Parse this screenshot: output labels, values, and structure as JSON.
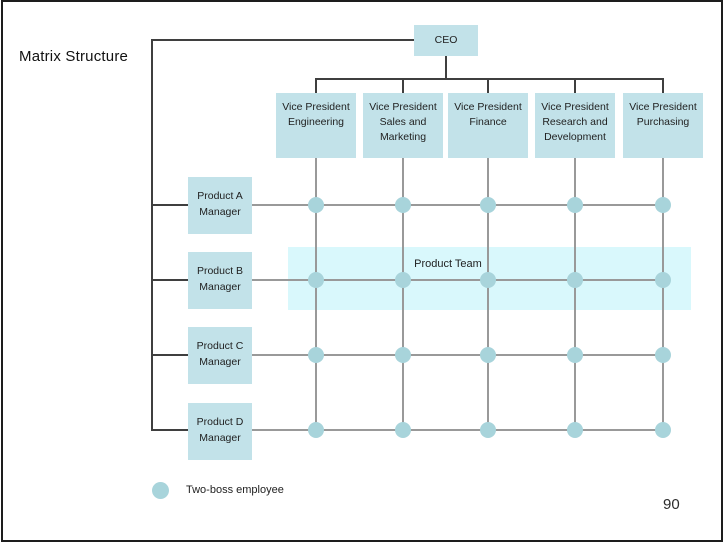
{
  "slide": {
    "title": "Matrix Structure",
    "page_number": "90"
  },
  "org": {
    "ceo_label": "CEO",
    "vps": [
      {
        "label": "Vice President\nEngineering"
      },
      {
        "label": "Vice President\nSales and\nMarketing"
      },
      {
        "label": "Vice President\nFinance"
      },
      {
        "label": "Vice President\nResearch and\nDevelopment"
      },
      {
        "label": "Vice President\nPurchasing"
      }
    ],
    "products": [
      {
        "label": "Product A\nManager"
      },
      {
        "label": "Product B\nManager"
      },
      {
        "label": "Product C\nManager"
      },
      {
        "label": "Product D\nManager"
      }
    ],
    "team_band_label": "Product Team",
    "legend_label": "Two-boss employee"
  },
  "colors": {
    "box_fill": "#c2e2e9",
    "dot_fill": "#a8d4db",
    "band_fill": "#d9f8fc",
    "grid_line": "#999999",
    "connector_line": "#3f3f3f",
    "frame_border": "#1d1d1d"
  }
}
